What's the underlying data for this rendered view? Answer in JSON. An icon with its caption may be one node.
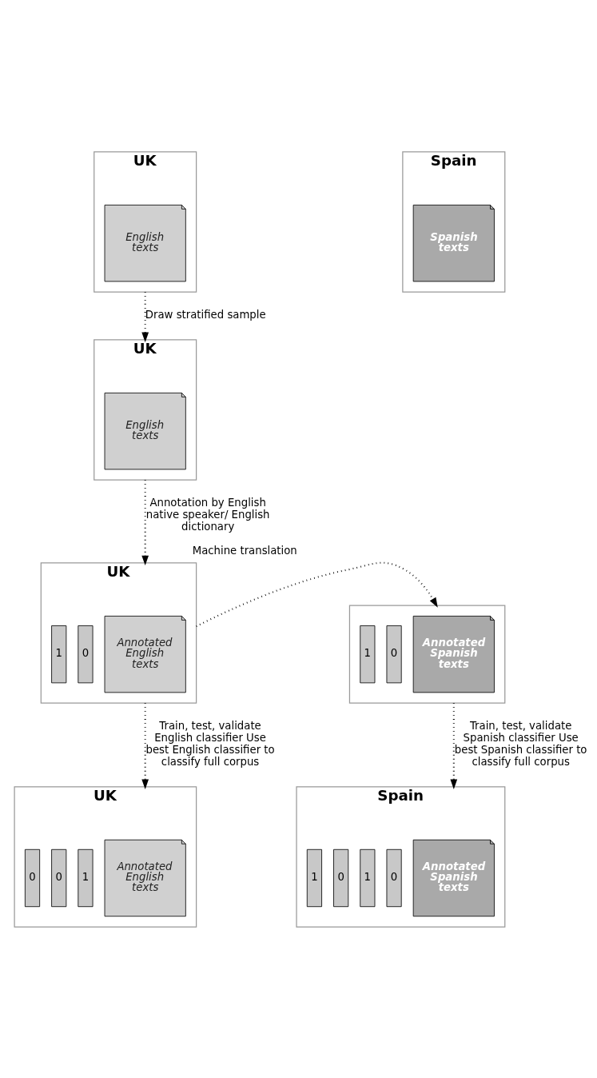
{
  "diagram": {
    "nodes": [
      {
        "text": [
          "UK"
        ]
      },
      {
        "text": [
          "English texts"
        ],
        "in": 0
      },
      {
        "text": [
          "Spain"
        ]
      },
      {
        "text": [
          "Spanish texts"
        ],
        "in": 2
      },
      {
        "text": [
          "UK"
        ]
      },
      {
        "text": [
          "English texts"
        ],
        "in": 4
      },
      {
        "text": [
          "UK"
        ]
      },
      {
        "text": [
          "Annotated English texts"
        ],
        "in": 6
      },
      {
        "text": [],
        "shape": "box"
      },
      {
        "text": [
          "Annotated Spanish texts"
        ],
        "in": 8
      },
      {
        "text": [
          "UK"
        ]
      },
      {
        "text": [
          "Annotated English texts"
        ],
        "in": 10
      },
      {
        "text": [
          "Spain"
        ]
      },
      {
        "text": [
          "Annotated Spanish texts"
        ],
        "in": 12
      }
    ],
    "edges": [
      {
        "from": 0,
        "to": 4,
        "arrow": "to",
        "style": "dashed",
        "label": "Draw stratified sample"
      },
      {
        "from": 4,
        "to": 6,
        "arrow": "to",
        "style": "dashed",
        "label": "Annotation by English native speaker/ English dictionary"
      },
      {
        "from": 6,
        "to": 8,
        "arrow": "to",
        "style": "dashed",
        "label": "Machine translation"
      },
      {
        "from": 6,
        "to": 10,
        "arrow": "to",
        "style": "dashed",
        "label": "Train, test, validate English classifier Use best English classifier to classify full corpus"
      },
      {
        "from": 8,
        "to": 12,
        "arrow": "to",
        "style": "dashed",
        "label": "Train, test, validate Spanish classifier Use best Spanish classifier to classify full corpus"
      }
    ],
    "labels": [
      "1",
      "0",
      "1",
      "0",
      "0",
      "0",
      "1",
      "1",
      "0",
      "1",
      "0"
    ]
  }
}
